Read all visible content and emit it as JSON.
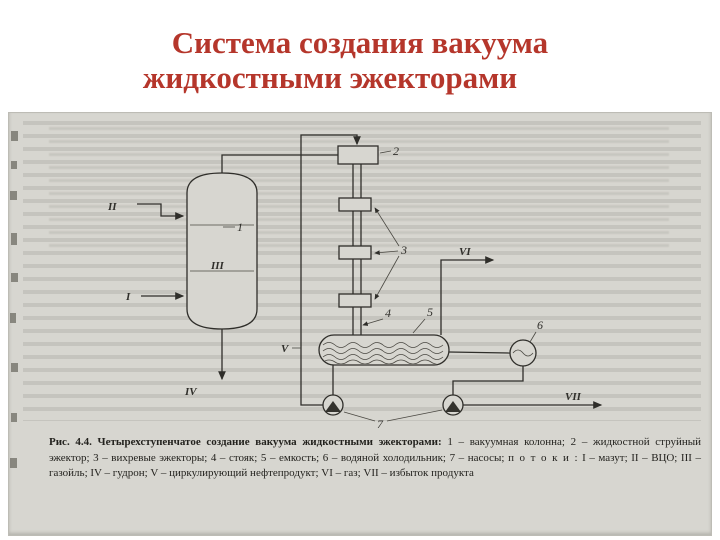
{
  "slide": {
    "title_line1": "Система создания вакуума",
    "title_line2": "жидкостными эжекторами"
  },
  "diagram": {
    "labels": {
      "column": "1",
      "jet_ejector": "2",
      "vortex_ejectors": "3",
      "standpipe": "4",
      "drum": "5",
      "cooler": "6",
      "pumps": "7"
    },
    "streams": {
      "I": "I",
      "II": "II",
      "III": "III",
      "IV": "IV",
      "V": "V",
      "VI": "VI",
      "VII": "VII"
    }
  },
  "caption": {
    "lead_bold": "Рис. 4.4. Четырехступенчатое создание вакуума жидкостными эжекторами:",
    "equipment": "1 – вакуумная колонна; 2 – жидкостной струйный эжектор; 3 – вихревые эжекторы; 4 – стояк; 5 – емкость; 6 – водяной холодильник; 7 – насосы;",
    "streams_lead": "п о т о к и :",
    "streams": "I – мазут; II – ВЦО; III – газойль; IV – гудрон; V – циркулирующий нефтепродукт; VI – газ; VII – избыток продукта"
  }
}
